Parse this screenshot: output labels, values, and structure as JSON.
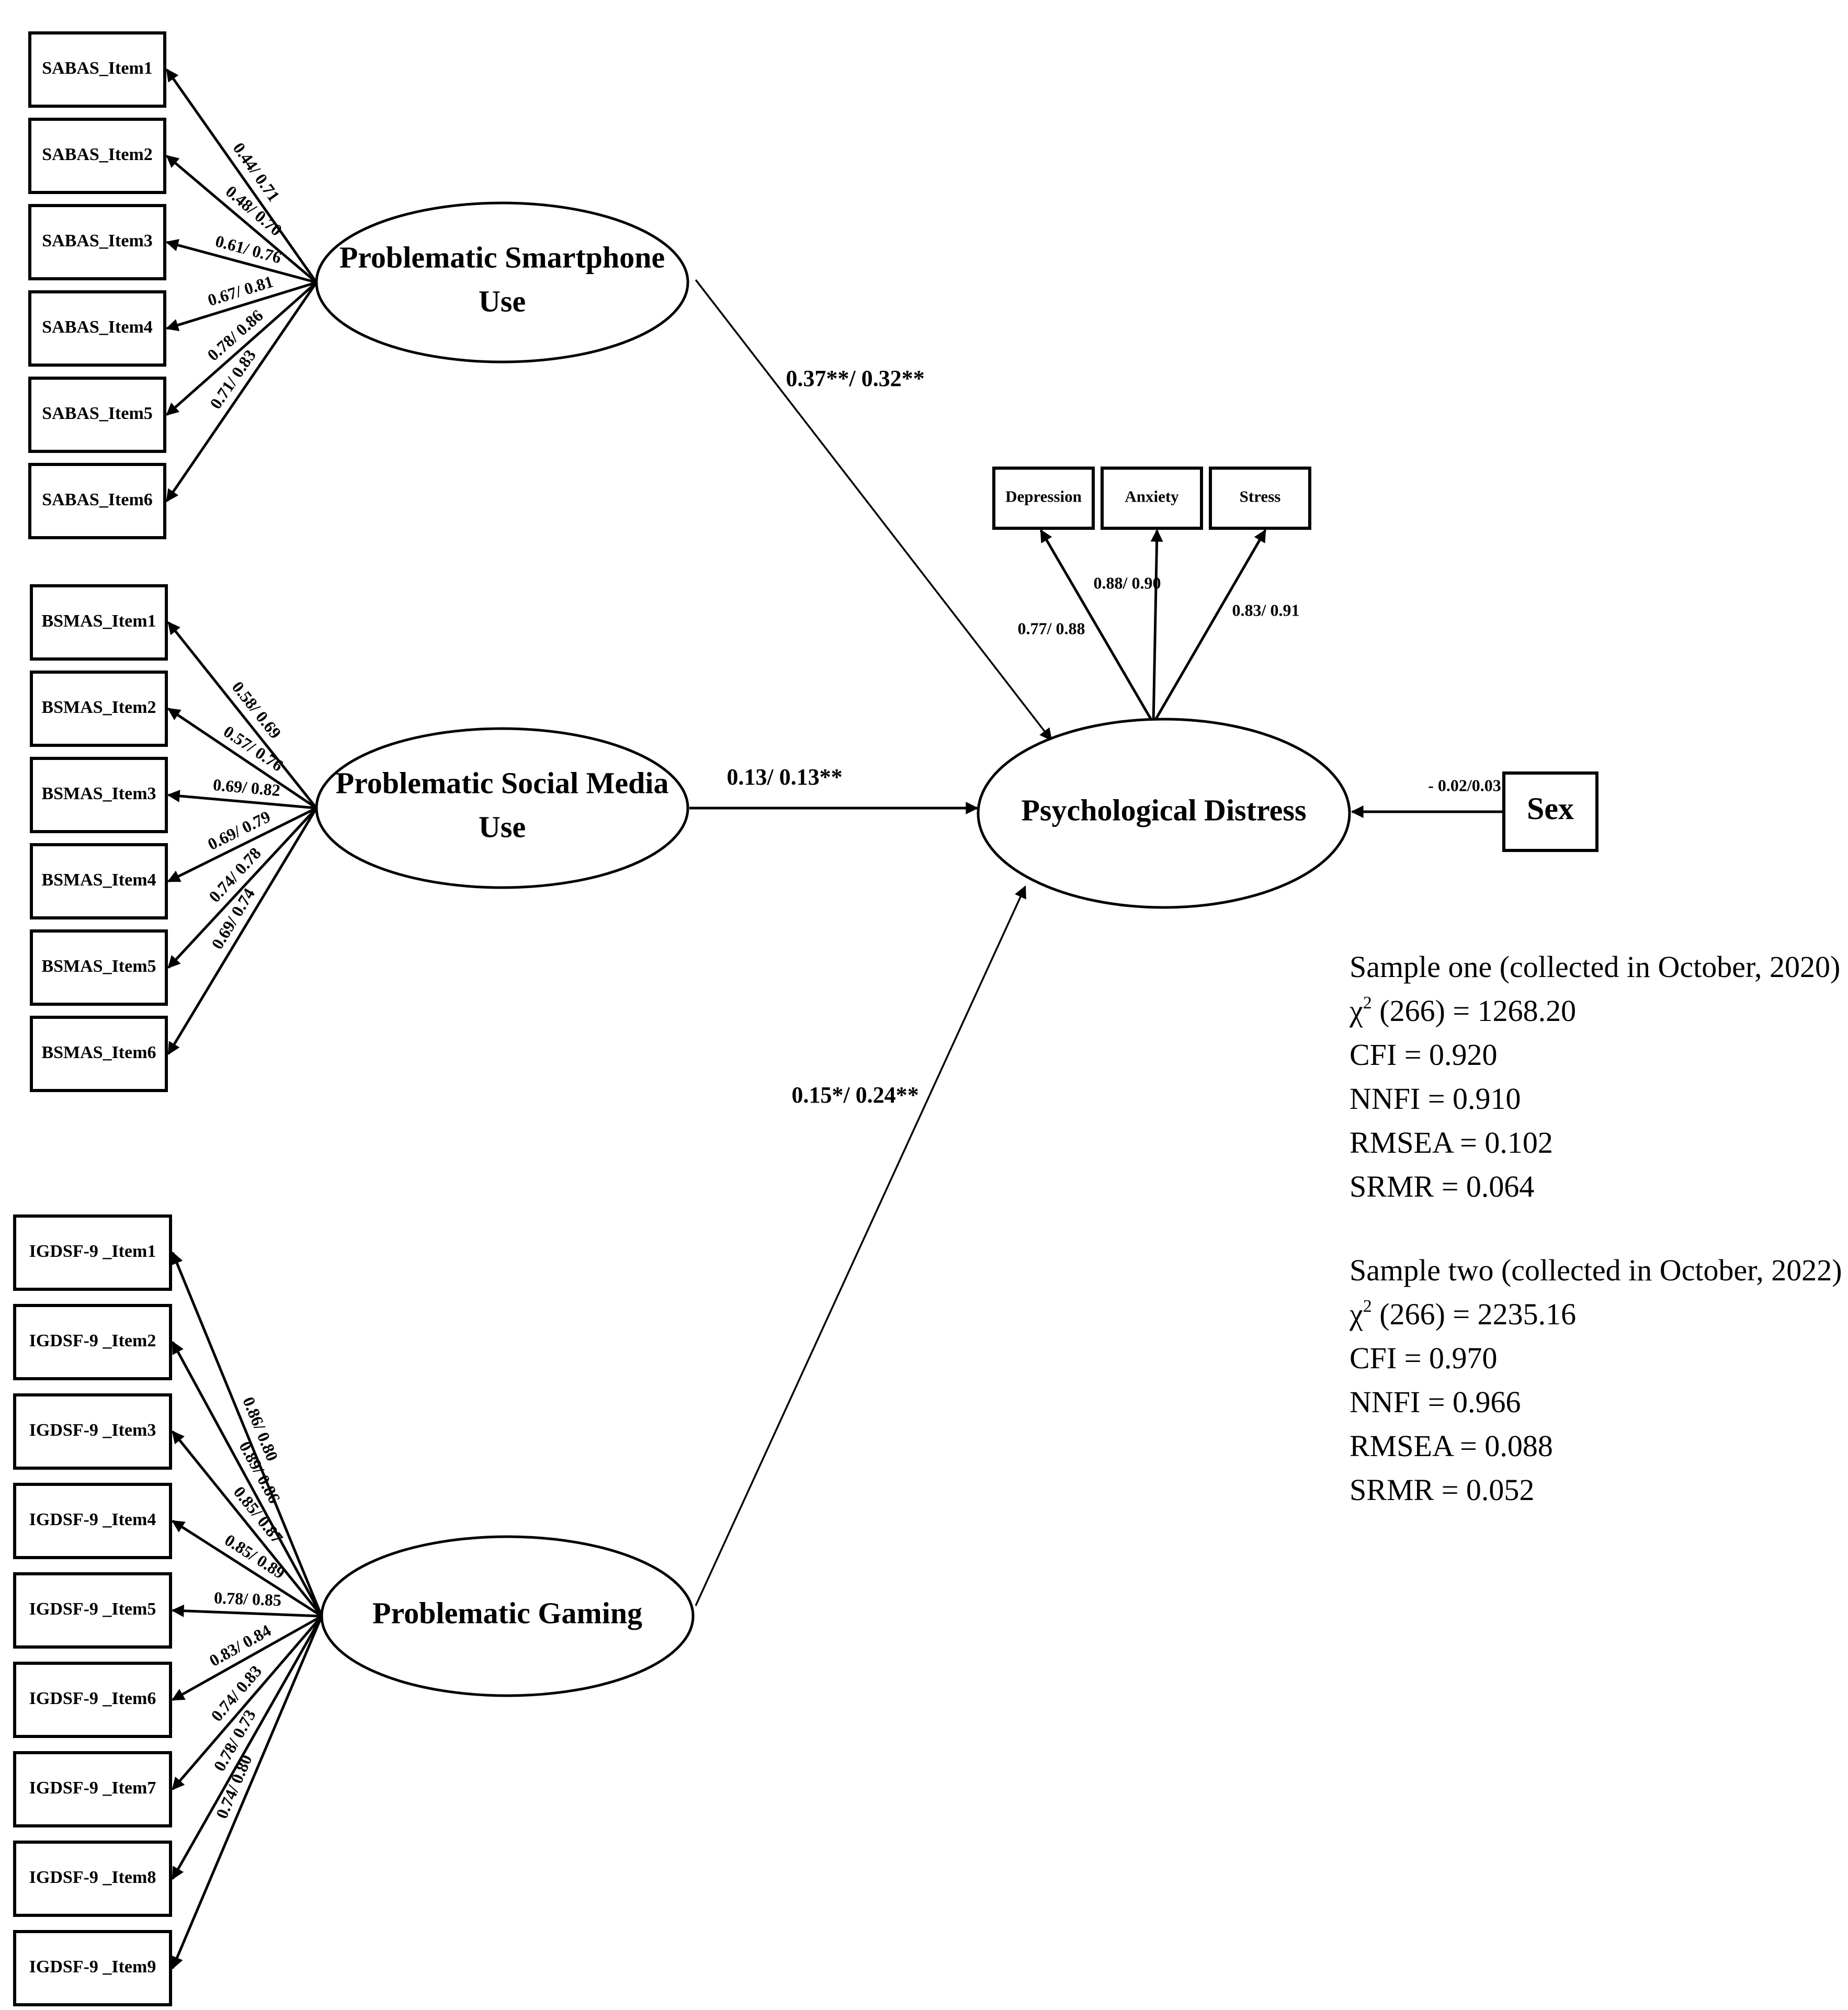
{
  "latents": {
    "smartphone": [
      "Problematic Smartphone",
      "Use"
    ],
    "social_media": [
      "Problematic Social Media",
      "Use"
    ],
    "gaming": [
      "Problematic Gaming"
    ],
    "distress": [
      "Psychological Distress"
    ]
  },
  "sabas_items": [
    {
      "label": "SABAS_Item1",
      "loading": "0.44/ 0.71"
    },
    {
      "label": "SABAS_Item2",
      "loading": "0.48/ 0.70"
    },
    {
      "label": "SABAS_Item3",
      "loading": "0.61/ 0.76"
    },
    {
      "label": "SABAS_Item4",
      "loading": "0.67/ 0.81"
    },
    {
      "label": "SABAS_Item5",
      "loading": "0.78/ 0.86"
    },
    {
      "label": "SABAS_Item6",
      "loading": "0.71/ 0.83"
    }
  ],
  "bsmas_items": [
    {
      "label": "BSMAS_Item1",
      "loading": "0.58/ 0.69"
    },
    {
      "label": "BSMAS_Item2",
      "loading": "0.57/ 0.76"
    },
    {
      "label": "BSMAS_Item3",
      "loading": "0.69/ 0.82"
    },
    {
      "label": "BSMAS_Item4",
      "loading": "0.69/ 0.79"
    },
    {
      "label": "BSMAS_Item5",
      "loading": "0.74/ 0.78"
    },
    {
      "label": "BSMAS_Item6",
      "loading": "0.69/ 0.74"
    }
  ],
  "igdsf_items": [
    {
      "label": "IGDSF-9 _Item1",
      "loading": "0.86/ 0.80"
    },
    {
      "label": "IGDSF-9 _Item2",
      "loading": "0.89/ 0.86"
    },
    {
      "label": "IGDSF-9 _Item3",
      "loading": "0.85/ 0.87"
    },
    {
      "label": "IGDSF-9 _Item4",
      "loading": "0.85/ 0.89"
    },
    {
      "label": "IGDSF-9 _Item5",
      "loading": "0.78/ 0.85"
    },
    {
      "label": "IGDSF-9 _Item6",
      "loading": "0.83/ 0.84"
    },
    {
      "label": "IGDSF-9 _Item7",
      "loading": "0.74/ 0.83"
    },
    {
      "label": "IGDSF-9 _Item8",
      "loading": "0.78/ 0.73"
    },
    {
      "label": "IGDSF-9 _Item9",
      "loading": "0.74/ 0.80"
    }
  ],
  "distress_items": [
    {
      "label": "Depression",
      "loading": "0.77/ 0.88"
    },
    {
      "label": "Anxiety",
      "loading": "0.88/ 0.90"
    },
    {
      "label": "Stress",
      "loading": "0.83/ 0.91"
    }
  ],
  "paths": {
    "smartphone_to_distress": "0.37**/ 0.32**",
    "social_media_to_distress": "0.13/ 0.13**",
    "gaming_to_distress": "0.15*/ 0.24**",
    "sex_to_distress": "- 0.02/0.03"
  },
  "sex_label": "Sex",
  "fit": {
    "sample_one": {
      "title": "Sample one (collected in October, 2020)",
      "chi_symbol": "χ",
      "chi_sup": "2",
      "chi_value": " (266) = 1268.20",
      "cfi": "CFI = 0.920",
      "nnfi": "NNFI = 0.910",
      "rmsea": "RMSEA = 0.102",
      "srmr": "SRMR = 0.064"
    },
    "sample_two": {
      "title": "Sample two (collected in October, 2022)",
      "chi_symbol": "χ",
      "chi_sup": "2",
      "chi_value": " (266) = 2235.16",
      "cfi": "CFI = 0.970",
      "nnfi": "NNFI = 0.966",
      "rmsea": "RMSEA = 0.088",
      "srmr": "SRMR = 0.052"
    }
  }
}
